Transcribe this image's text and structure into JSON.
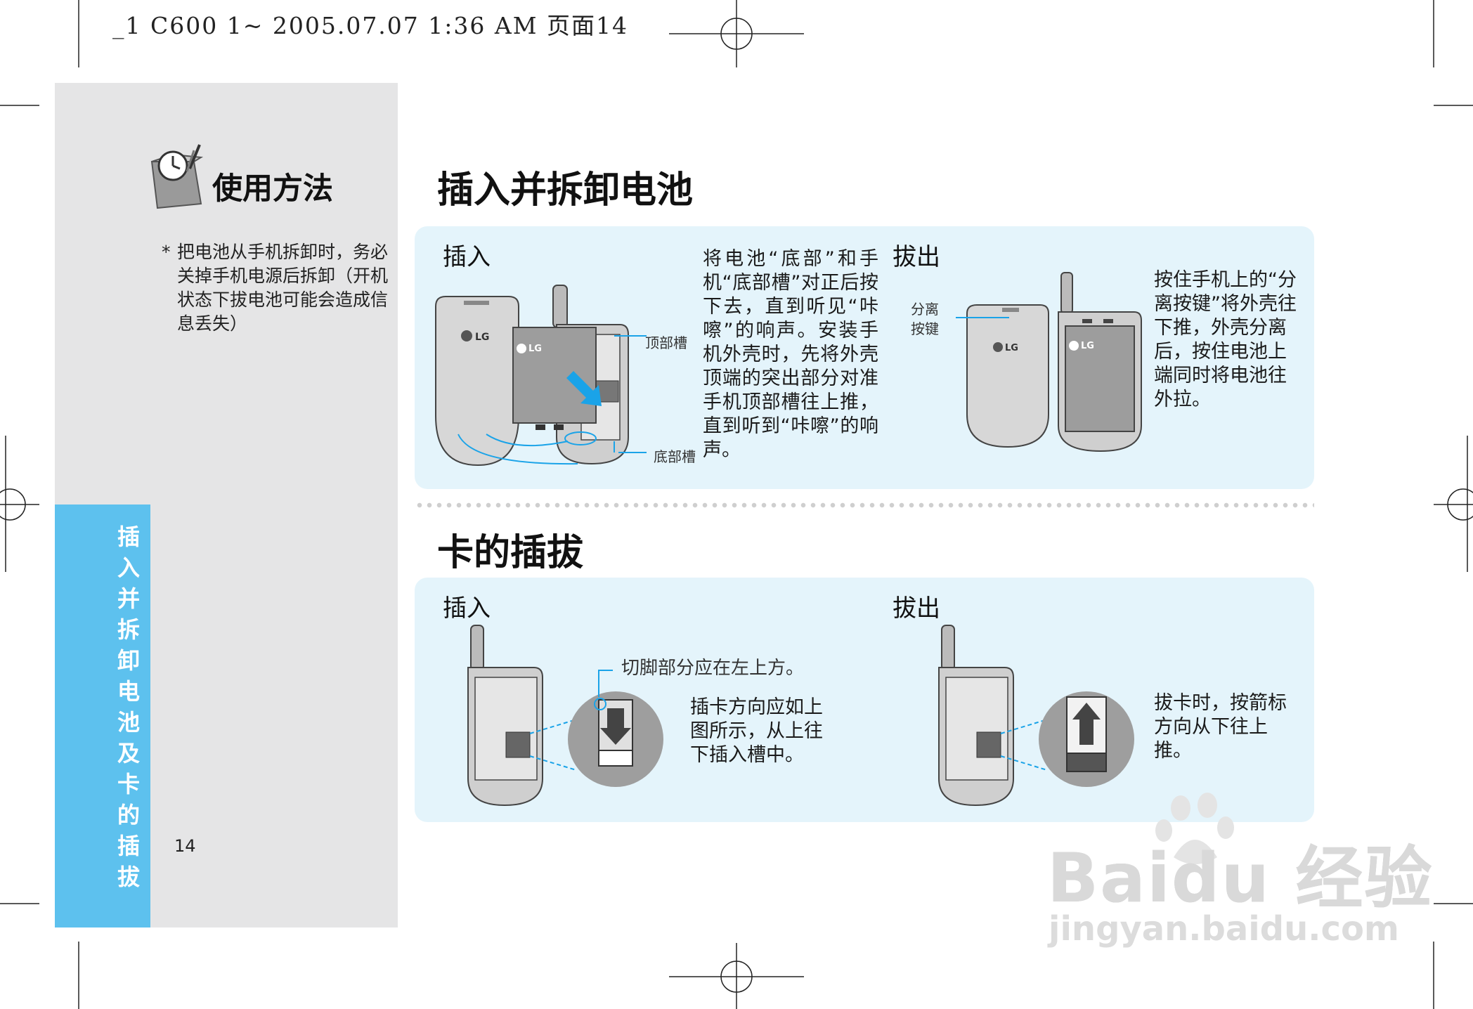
{
  "header": {
    "line": "_1 C600 1~  2005.07.07 1:36 AM  页面14"
  },
  "sidebar": {
    "section_heading": "使用方法",
    "note_marker": "*",
    "note": "把电池从手机拆卸时，务必关掉手机电源后拆卸（开机状态下拔电池可能会造成信息丢失）",
    "vertical_title": "插入并拆卸电池及卡的插拔",
    "page_number": "14"
  },
  "battery": {
    "title": "插入并拆卸电池",
    "insert": {
      "heading": "插入",
      "description": "将电池“底部”和手机“底部槽”对正后按下去，直到听见“咔嚓”的响声。安装手机外壳时，先将外壳顶端的突出部分对准手机顶部槽往上推，直到听到“咔嚓”的响声。",
      "label_top_slot": "顶部槽",
      "label_bottom_slot": "底部槽"
    },
    "remove": {
      "heading": "拔出",
      "label_release_1": "分离",
      "label_release_2": "按键",
      "description": "按住手机上的“分离按键”将外壳往下推，外壳分离后，按住电池上端同时将电池往外拉。"
    }
  },
  "card": {
    "title": "卡的插拔",
    "insert": {
      "heading": "插入",
      "note": "切脚部分应在左上方。",
      "description": "插卡方向应如上图所示，从上往下插入槽中。"
    },
    "remove": {
      "heading": "拔出",
      "description": "拔卡时，按箭标方向从下往上推。"
    }
  },
  "logos": {
    "brand": "LG"
  },
  "watermark": {
    "brand": "Baidu 经验",
    "url": "jingyan.baidu.com"
  },
  "colors": {
    "sidebar_gray": "#e5e5e6",
    "sidebar_blue": "#5dc1ee",
    "panel_bg": "#e4f4fb",
    "arrow_blue": "#1aa3e8"
  }
}
